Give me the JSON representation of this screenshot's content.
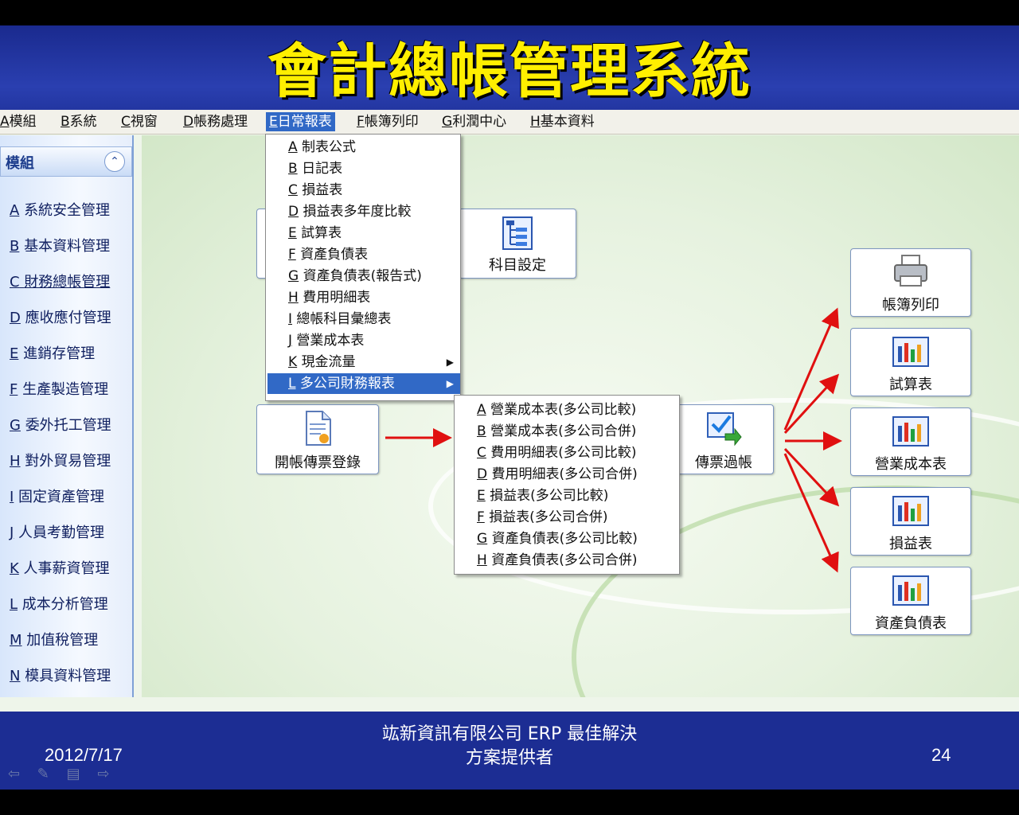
{
  "slide": {
    "title": "會計總帳管理系統",
    "date": "2012/7/17",
    "company_line1": "竑新資訊有限公司 ERP 最佳解決",
    "company_line2": "方案提供者",
    "page_number": "24"
  },
  "menubar": [
    {
      "key": "A",
      "label": "模組"
    },
    {
      "key": "B",
      "label": "系統"
    },
    {
      "key": "C",
      "label": "視窗"
    },
    {
      "key": "D",
      "label": "帳務處理"
    },
    {
      "key": "E",
      "label": "日常報表"
    },
    {
      "key": "F",
      "label": "帳簿列印"
    },
    {
      "key": "G",
      "label": "利潤中心"
    },
    {
      "key": "H",
      "label": "基本資料"
    }
  ],
  "sidebar": {
    "title": "模組",
    "items": [
      {
        "key": "A",
        "label": "系統安全管理"
      },
      {
        "key": "B",
        "label": "基本資料管理"
      },
      {
        "key": "C",
        "label": "財務總帳管理"
      },
      {
        "key": "D",
        "label": "應收應付管理"
      },
      {
        "key": "E",
        "label": "進銷存管理"
      },
      {
        "key": "F",
        "label": "生產製造管理"
      },
      {
        "key": "G",
        "label": "委外托工管理"
      },
      {
        "key": "H",
        "label": "對外貿易管理"
      },
      {
        "key": "I",
        "label": "固定資產管理"
      },
      {
        "key": "J",
        "label": "人員考勤管理"
      },
      {
        "key": "K",
        "label": "人事薪資管理"
      },
      {
        "key": "L",
        "label": "成本分析管理"
      },
      {
        "key": "M",
        "label": "加值稅管理"
      },
      {
        "key": "N",
        "label": "模具資料管理"
      }
    ]
  },
  "daily_report_menu": [
    {
      "key": "A",
      "label": "制表公式"
    },
    {
      "key": "B",
      "label": "日記表"
    },
    {
      "key": "C",
      "label": "損益表"
    },
    {
      "key": "D",
      "label": "損益表多年度比較"
    },
    {
      "key": "E",
      "label": "試算表"
    },
    {
      "key": "F",
      "label": "資產負債表"
    },
    {
      "key": "G",
      "label": "資產負債表(報告式)"
    },
    {
      "key": "H",
      "label": "費用明細表"
    },
    {
      "key": "I",
      "label": "總帳科目彙總表"
    },
    {
      "key": "J",
      "label": "營業成本表"
    },
    {
      "key": "K",
      "label": "現金流量"
    },
    {
      "key": "L",
      "label": "多公司財務報表"
    }
  ],
  "multi_company_submenu": [
    {
      "key": "A",
      "label": "營業成本表(多公司比較)"
    },
    {
      "key": "B",
      "label": "營業成本表(多公司合併)"
    },
    {
      "key": "C",
      "label": "費用明細表(多公司比較)"
    },
    {
      "key": "D",
      "label": "費用明細表(多公司合併)"
    },
    {
      "key": "E",
      "label": "損益表(多公司比較)"
    },
    {
      "key": "F",
      "label": "損益表(多公司合併)"
    },
    {
      "key": "G",
      "label": "資產負債表(多公司比較)"
    },
    {
      "key": "H",
      "label": "資產負債表(多公司合併)"
    }
  ],
  "workflow": {
    "account_setting": "科目設定",
    "voucher_entry": "開帳傳票登錄",
    "voucher_posting": "傳票過帳",
    "outputs": [
      "帳簿列印",
      "試算表",
      "營業成本表",
      "損益表",
      "資產負債表"
    ]
  },
  "colors": {
    "title": "#ffef00",
    "menu_highlight": "#3169c6",
    "arrow": "#e01010"
  }
}
